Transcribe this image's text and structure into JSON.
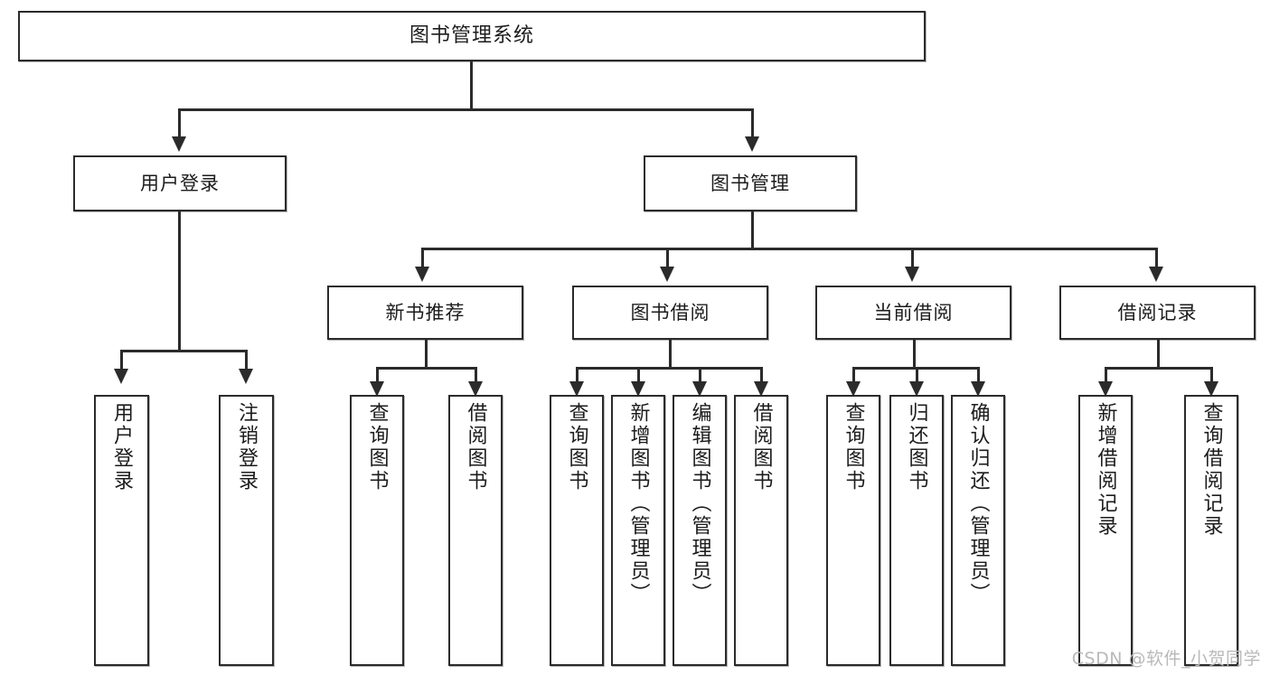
{
  "diagram": {
    "type": "tree",
    "title": "图书管理系统",
    "watermark": "CSDN @软件_小贺同学",
    "root": {
      "id": "root",
      "label": "图书管理系统"
    },
    "level2": [
      {
        "id": "login",
        "label": "用户登录"
      },
      {
        "id": "bookmgmt",
        "label": "图书管理"
      }
    ],
    "level3": [
      {
        "id": "newbook",
        "label": "新书推荐",
        "parent": "bookmgmt"
      },
      {
        "id": "borrow",
        "label": "图书借阅",
        "parent": "bookmgmt"
      },
      {
        "id": "current",
        "label": "当前借阅",
        "parent": "bookmgmt"
      },
      {
        "id": "records",
        "label": "借阅记录",
        "parent": "bookmgmt"
      }
    ],
    "leaves": {
      "login": [
        {
          "id": "leaf-user-login",
          "label": "用户登录"
        },
        {
          "id": "leaf-user-logout",
          "label": "注销登录"
        }
      ],
      "newbook": [
        {
          "id": "leaf-query-book-1",
          "label": "查询图书"
        },
        {
          "id": "leaf-borrow-book-1",
          "label": "借阅图书"
        }
      ],
      "borrow": [
        {
          "id": "leaf-query-book-2",
          "label": "查询图书"
        },
        {
          "id": "leaf-add-book",
          "label": "新增图书（管理员）"
        },
        {
          "id": "leaf-edit-book",
          "label": "编辑图书（管理员）"
        },
        {
          "id": "leaf-borrow-book-2",
          "label": "借阅图书"
        }
      ],
      "current": [
        {
          "id": "leaf-query-book-3",
          "label": "查询图书"
        },
        {
          "id": "leaf-return-book",
          "label": "归还图书"
        },
        {
          "id": "leaf-confirm-return",
          "label": "确认归还（管理员）"
        }
      ],
      "records": [
        {
          "id": "leaf-add-record",
          "label": "新增借阅记录"
        },
        {
          "id": "leaf-query-record",
          "label": "查询借阅记录"
        }
      ]
    },
    "colors": {
      "stroke": "#2b2b2b",
      "fill": "#ffffff",
      "text": "#1c1c1c",
      "watermark": "#b9b9b9"
    }
  }
}
